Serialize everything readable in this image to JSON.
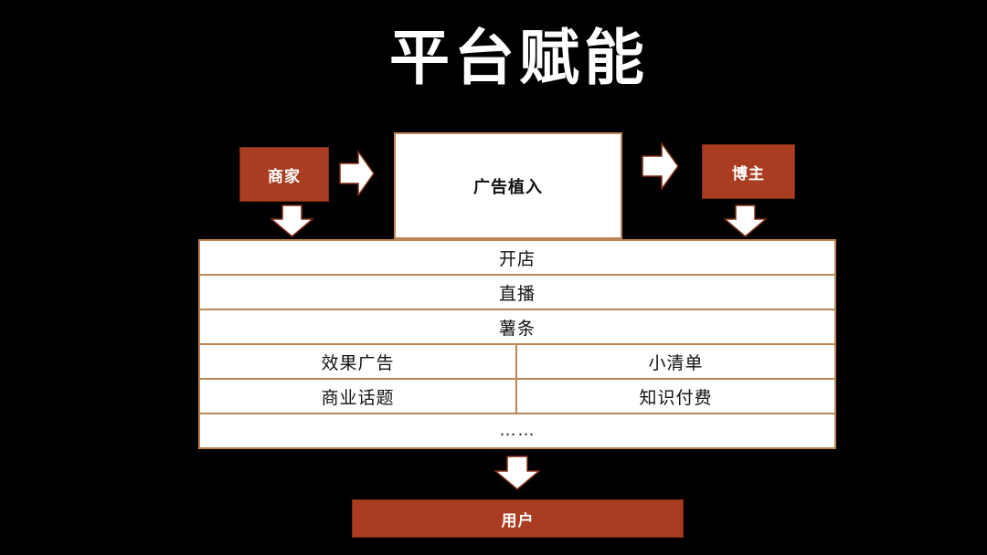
{
  "title": "平台赋能",
  "flow": {
    "merchant": "商家",
    "ad_placement": "广告植入",
    "blogger": "博主",
    "user": "用户"
  },
  "services_table": {
    "rows": [
      {
        "cells": [
          "开店"
        ]
      },
      {
        "cells": [
          "直播"
        ]
      },
      {
        "cells": [
          "薯条"
        ]
      },
      {
        "cells": [
          "效果广告",
          "小清单"
        ]
      },
      {
        "cells": [
          "商业话题",
          "知识付费"
        ]
      },
      {
        "cells": [
          "……"
        ]
      }
    ]
  },
  "icons": {
    "arrow_right": "block-arrow-right",
    "arrow_down": "block-arrow-down"
  },
  "colors": {
    "background": "#000000",
    "accent_red": "#A93C21",
    "accent_red_border": "#7E2B12",
    "table_border": "#BE8656",
    "arrow_fill": "#FFFFFF",
    "arrow_outline": "#7F2A10",
    "text_on_light": "#111111",
    "text_on_dark": "#FFFFFF"
  }
}
